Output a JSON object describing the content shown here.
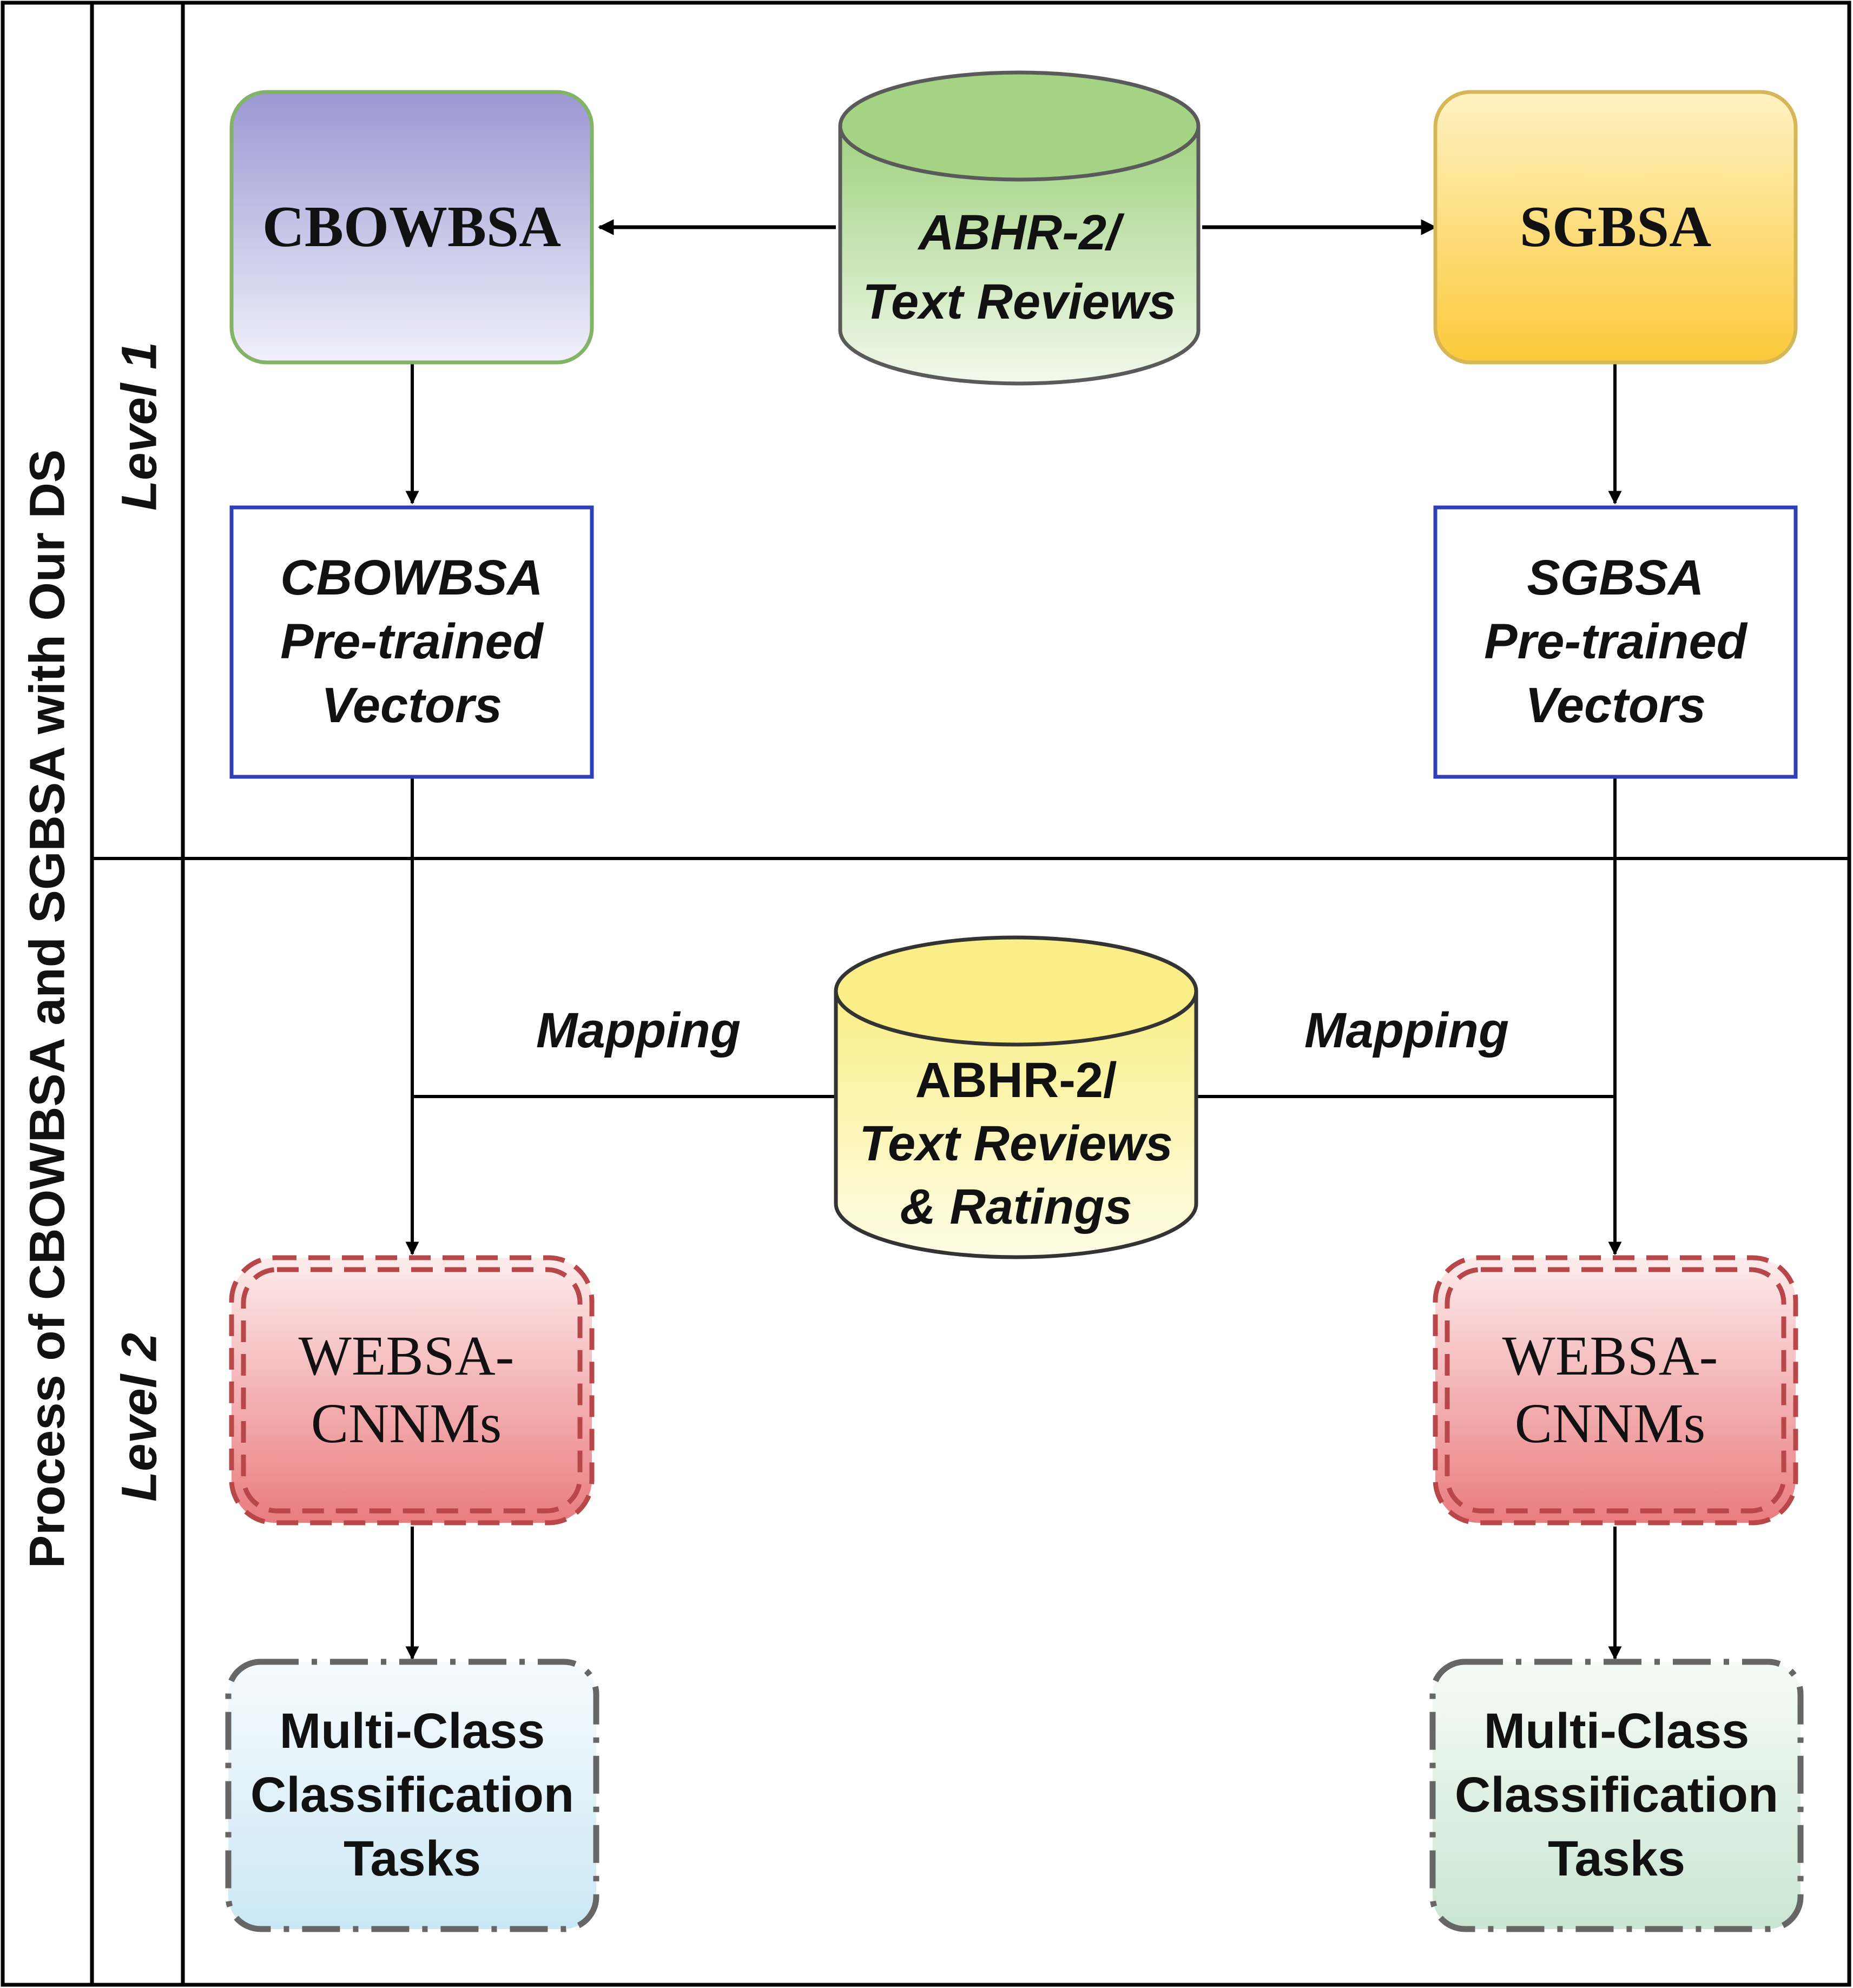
{
  "side_title": "Process of CBOWBSA and SGBSA with Our DS",
  "levels": {
    "level1": "Level 1",
    "level2": "Level 2"
  },
  "nodes": {
    "dataset1": {
      "line1": "ABHR-2/",
      "line2": "Text Reviews"
    },
    "dataset2": {
      "line1": "ABHR-2/",
      "line2": "Text Reviews",
      "line3": "& Ratings"
    },
    "cbowbsa": "CBOWBSA",
    "sgbsa": "SGBSA",
    "cbowbsa_vectors": "CBOWBSA\nPre-trained\nVectors",
    "sgbsa_vectors": "SGBSA\nPre-trained\nVectors",
    "websa_left": "WEBSA-\nCNNMs",
    "websa_right": "WEBSA-\nCNNMs",
    "tasks_left": "Multi-Class\nClassification\nTasks",
    "tasks_right": "Multi-Class\nClassification\nTasks"
  },
  "edge_labels": {
    "mapping_left": "Mapping",
    "mapping_right": "Mapping"
  }
}
